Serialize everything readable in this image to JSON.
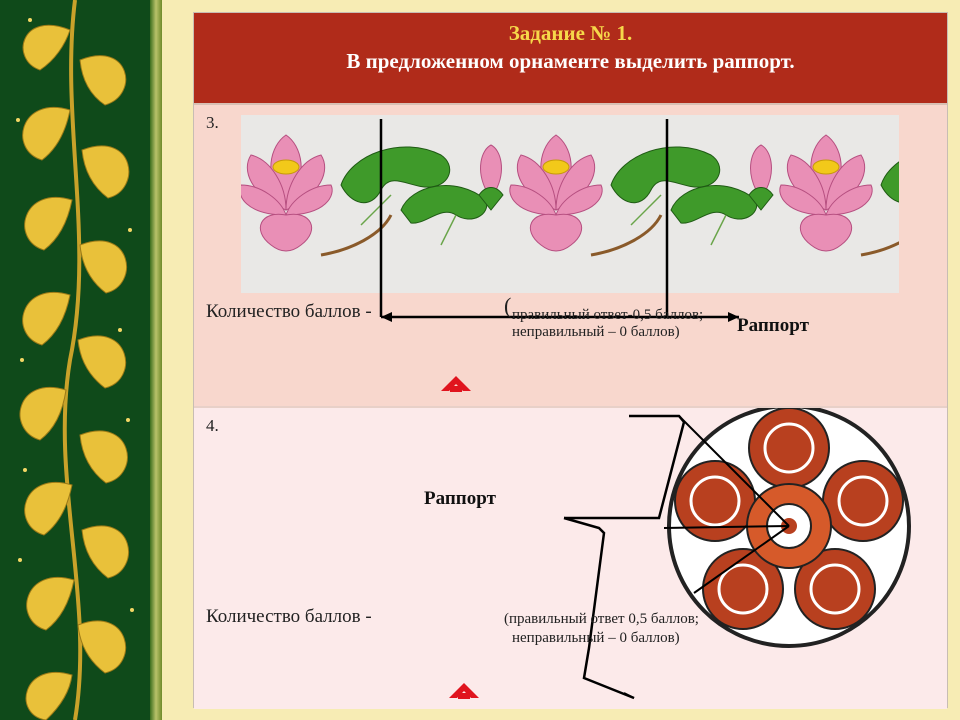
{
  "header": {
    "title": "Задание № 1.",
    "subtitle": "В предложенном орнаменте выделить раппорт."
  },
  "task3": {
    "number": "3.",
    "score_label": "Количество баллов -",
    "note_open": "(",
    "note_line1": "правильный ответ-0,5 баллов;",
    "note_line2": "неправильный – 0 баллов)",
    "rapport_label": "Раппорт"
  },
  "task4": {
    "number": "4.",
    "rapport_label": "Раппорт",
    "score_label": "Количество баллов -",
    "note_line1": "(правильный ответ 0,5 баллов;",
    "note_line2": "неправильный – 0 баллов)"
  },
  "colors": {
    "header_bg": "#b02b1a",
    "title_color": "#f6d84a",
    "arrow_color": "#e0141e",
    "sidebar_green": "#0f4a1a",
    "sidebar_gold": "#e9c13a"
  },
  "icons": {
    "nav_arrow": "up-arrow-icon"
  }
}
